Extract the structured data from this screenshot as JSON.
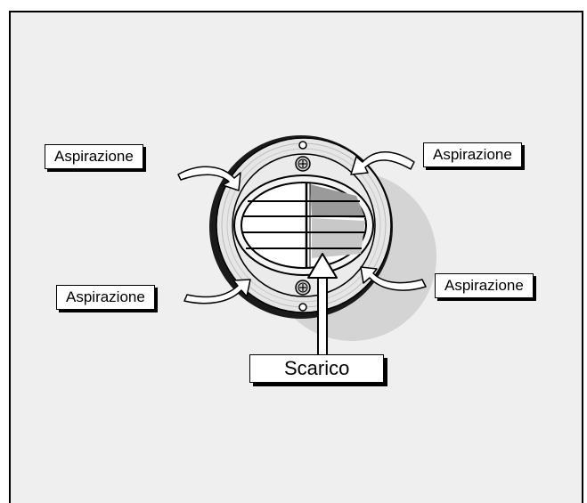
{
  "labels": {
    "intake_top_left": "Aspirazione",
    "intake_top_right": "Aspirazione",
    "intake_bottom_left": "Aspirazione",
    "intake_bottom_right": "Aspirazione",
    "exhaust": "Scarico"
  }
}
